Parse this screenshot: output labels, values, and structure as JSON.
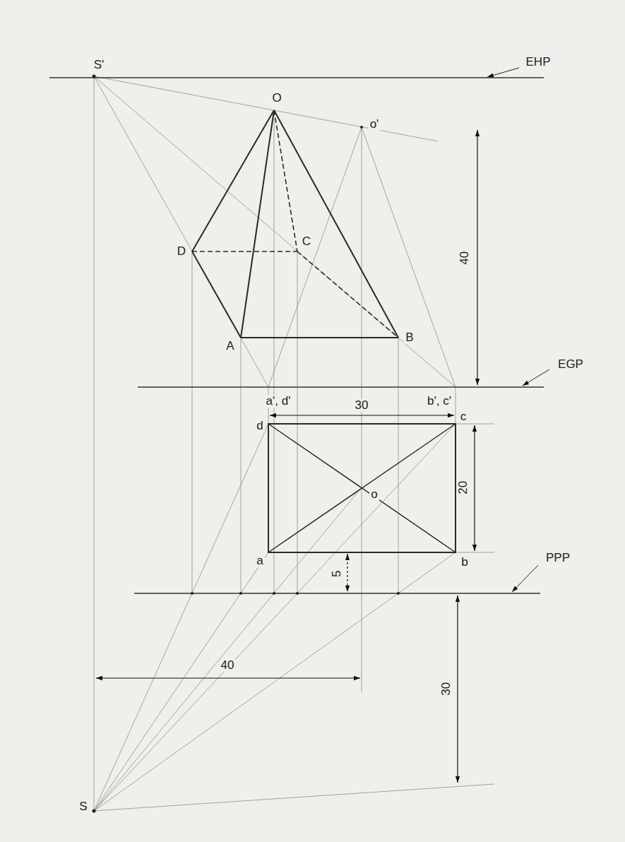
{
  "diagram": {
    "labels": [
      "S'",
      "EHP",
      "O",
      "o'",
      "40",
      "D",
      "C",
      "B",
      "A",
      "EGP",
      "a', d'",
      "30",
      "b', c'",
      "d",
      "c",
      "o",
      "20",
      "a",
      "b",
      "5",
      "PPP",
      "40",
      "30",
      "S"
    ]
  }
}
